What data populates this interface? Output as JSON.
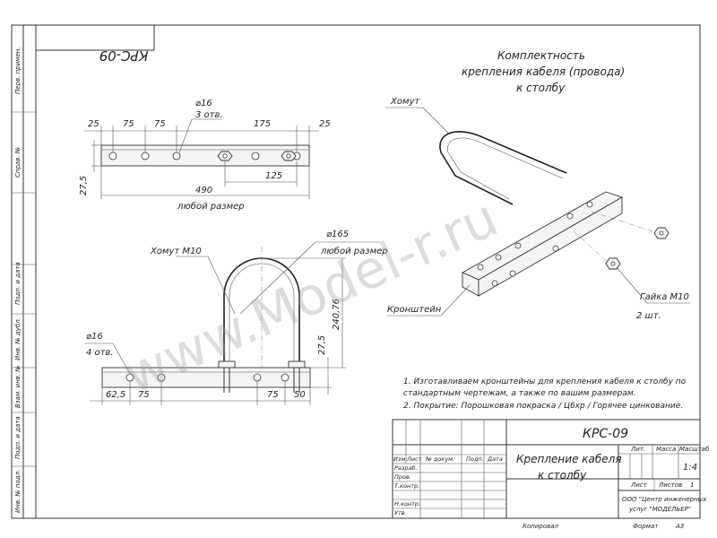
{
  "drawing": {
    "code": "КРС-09",
    "code_mirrored": "КРС-09",
    "assembly_title": [
      "Комплектность",
      "крепления кабеля (провода)",
      "к столбу"
    ],
    "watermark": "www.Model-r.ru"
  },
  "side_stamps": {
    "perv_primen": "Перв. примен.",
    "sprav_no": "Справ. №",
    "podp_data_1": "Подп. и дата",
    "inv_dubl": "Инв. № дубл.",
    "vzam_inv": "Взам. инв. №",
    "podp_data_2": "Подп. и дата",
    "inv_podl": "Инв. № подл."
  },
  "bracket_view": {
    "dims_top": [
      "25",
      "75",
      "75",
      "175",
      "25"
    ],
    "hole_note": [
      "⌀16",
      "3 отв."
    ],
    "dim_125": "125",
    "dim_height": "27,5",
    "dim_total": "490",
    "dim_total_note": "любой размер"
  },
  "assembly_view": {
    "clamp_label": "Хомут М10",
    "clamp_dia": "⌀165",
    "clamp_dia_note": "любой размер",
    "dim_height": "240,76",
    "dim_small": "27,5",
    "hole_note": [
      "⌀16",
      "4 отв."
    ],
    "dims_bottom": [
      "62,5",
      "75",
      "75",
      "50"
    ]
  },
  "iso_view": {
    "label_clamp": "Хомут",
    "label_bracket": "Кронштейн",
    "label_nut": "Гайка М10",
    "label_nut_qty": "2 шт."
  },
  "notes": [
    "1. Изготавливаем кронштейны для крепления кабеля к столбу по",
    "стандартным чертежам, а также по вашим размерам.",
    "2. Покрытие: Порошковая покраска / Ц6хр / Горячее цинкование."
  ],
  "title_block": {
    "code": "КРС-09",
    "name": [
      "Крепление кабеля",
      "к столбу"
    ],
    "col_headers": [
      "Изм",
      "Лист",
      "№ докум.",
      "Подп.",
      "Дата"
    ],
    "roles": [
      "Разраб.",
      "Пров.",
      "Т.контр.",
      "Н.контр.",
      "Утв."
    ],
    "lit": "Лит.",
    "massa": "Масса",
    "masshtab": "Масштаб",
    "scale": "1:4",
    "list": "Лист",
    "listov": "Листов",
    "listov_value": "1",
    "org": [
      "ООО \"Центр инженерных",
      "услуг \"МОДЕЛЬЕР\""
    ],
    "kopiroval": "Копировал",
    "format": "Формат",
    "format_value": "А3"
  }
}
